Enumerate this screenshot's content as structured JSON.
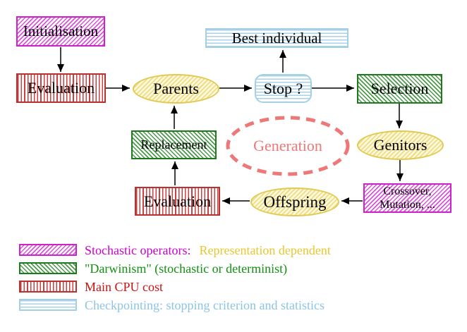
{
  "diagram": {
    "nodes": {
      "initialisation": {
        "label": "Initialisation"
      },
      "evaluation_top": {
        "label": "Evaluation"
      },
      "parents": {
        "label": "Parents"
      },
      "best_individual": {
        "label": "Best individual"
      },
      "stop": {
        "label": "Stop ?"
      },
      "selection": {
        "label": "Selection"
      },
      "genitors": {
        "label": "Genitors"
      },
      "generation": {
        "label": "Generation"
      },
      "replacement": {
        "label": "Replacement"
      },
      "evaluation_bottom": {
        "label": "Evaluation"
      },
      "offspring": {
        "label": "Offspring"
      },
      "crossover": {
        "line1": "Crossover,",
        "line2": "Mutation, ..."
      }
    },
    "legend": {
      "rows": [
        {
          "text1": "Stochastic operators:",
          "text2": "Representation dependent"
        },
        {
          "text1": "\"Darwinism\" (stochastic or determinist)"
        },
        {
          "text1": "Main CPU cost"
        },
        {
          "text1": "Checkpointing: stopping criterion and statistics"
        }
      ]
    },
    "colors": {
      "magenta": "#cc22cc",
      "green": "#1f7a1f",
      "red": "#b83232",
      "cyan": "#a4d0e6",
      "yellow": "#e2ca52",
      "gold_text": "#e8c62c",
      "green_text": "#129012",
      "red_text": "#cc1111",
      "cyan_text": "#8cc4e6",
      "salmon": "#ee7777",
      "arrow": "#000000"
    }
  }
}
